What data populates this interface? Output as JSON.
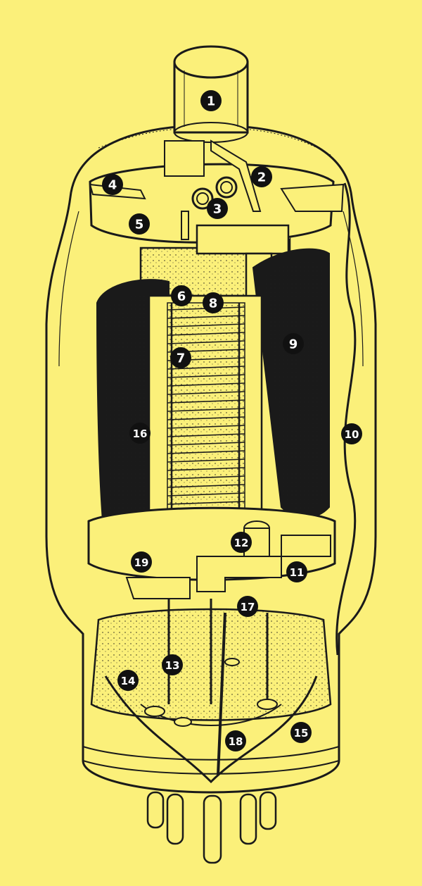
{
  "colors": {
    "background": "#fbf07a",
    "ink": "#1a1a1a",
    "badge_fill": "#111111",
    "badge_text": "#ffffff"
  },
  "callouts": [
    {
      "label": "1"
    },
    {
      "label": "2"
    },
    {
      "label": "3"
    },
    {
      "label": "4"
    },
    {
      "label": "5"
    },
    {
      "label": "6"
    },
    {
      "label": "7"
    },
    {
      "label": "8"
    },
    {
      "label": "9"
    },
    {
      "label": "10"
    },
    {
      "label": "11"
    },
    {
      "label": "12"
    },
    {
      "label": "13"
    },
    {
      "label": "14"
    },
    {
      "label": "15"
    },
    {
      "label": "16"
    },
    {
      "label": "17"
    },
    {
      "label": "18"
    },
    {
      "label": "19"
    }
  ]
}
